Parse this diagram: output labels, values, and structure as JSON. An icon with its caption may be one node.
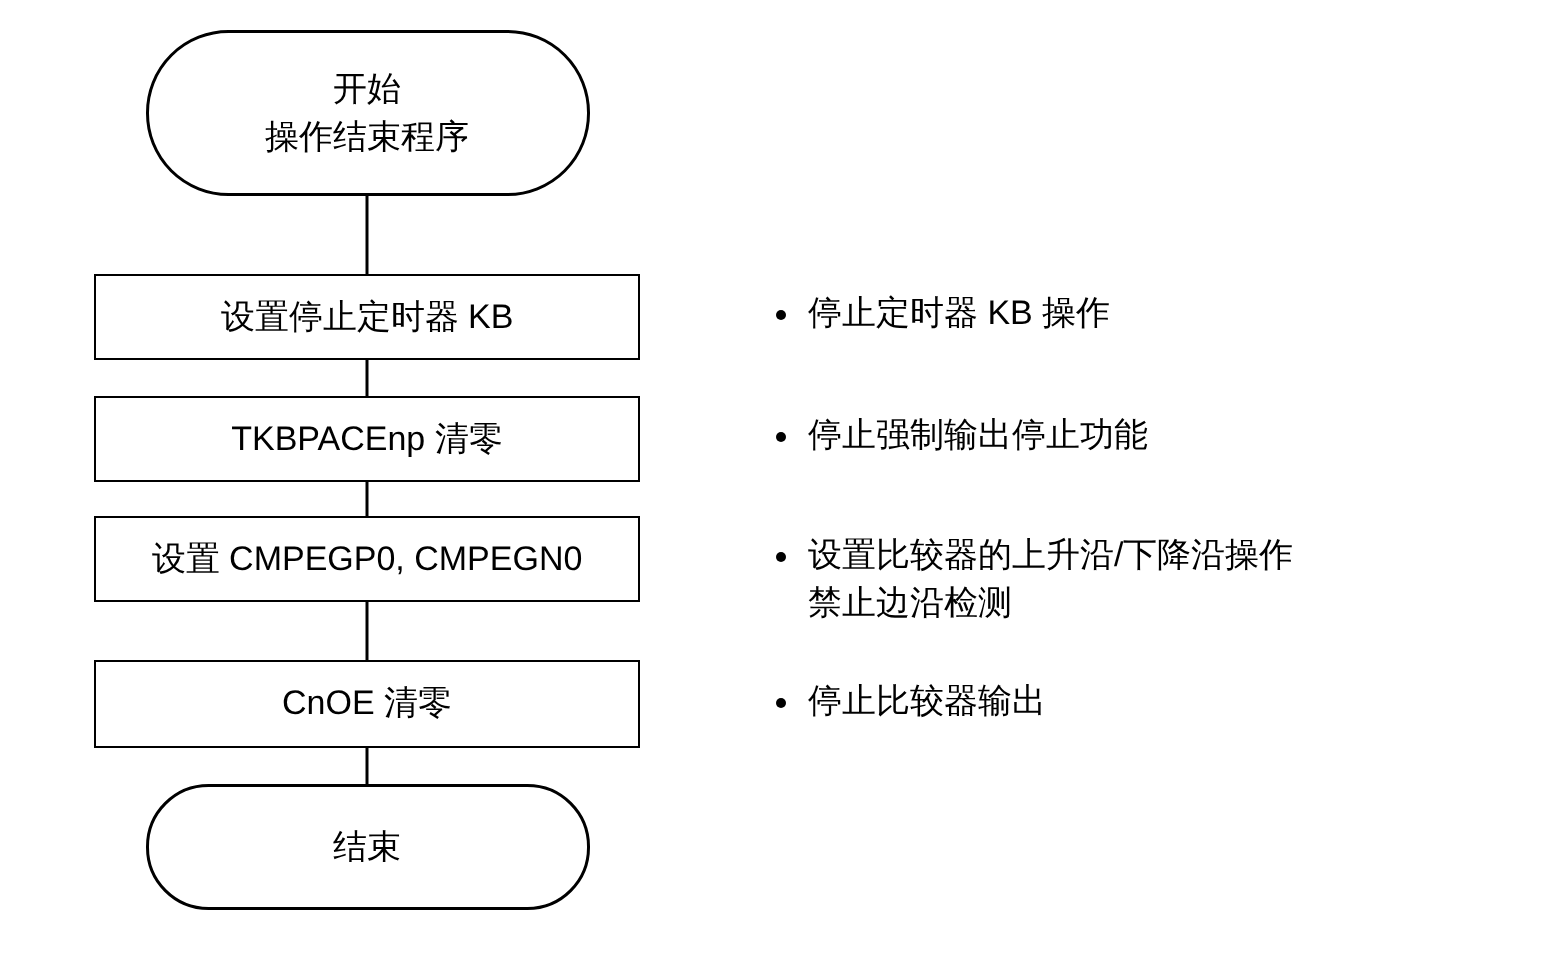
{
  "diagram": {
    "nodes": [
      {
        "text": [
          "开始",
          "操作结束程序"
        ]
      },
      {
        "text": [
          "设置停止定时器 KB"
        ]
      },
      {
        "text": [
          "TKBPACEnp 清零"
        ]
      },
      {
        "text": [
          "设置 CMPEGP0, CMPEGN0"
        ]
      },
      {
        "text": [
          "CnOE 清零"
        ]
      },
      {
        "text": [
          "结束"
        ]
      }
    ],
    "edges": [
      {
        "from": 0,
        "to": 1,
        "arrow": "none"
      },
      {
        "from": 1,
        "to": 2,
        "arrow": "none"
      },
      {
        "from": 2,
        "to": 3,
        "arrow": "none"
      },
      {
        "from": 3,
        "to": 4,
        "arrow": "none"
      },
      {
        "from": 4,
        "to": 5,
        "arrow": "none"
      }
    ],
    "labels": [
      "停止定时器 KB 操作",
      "停止强制输出停止功能",
      "设置比较器的上升沿/下降沿操作禁止边沿检测",
      "停止比较器输出"
    ]
  }
}
